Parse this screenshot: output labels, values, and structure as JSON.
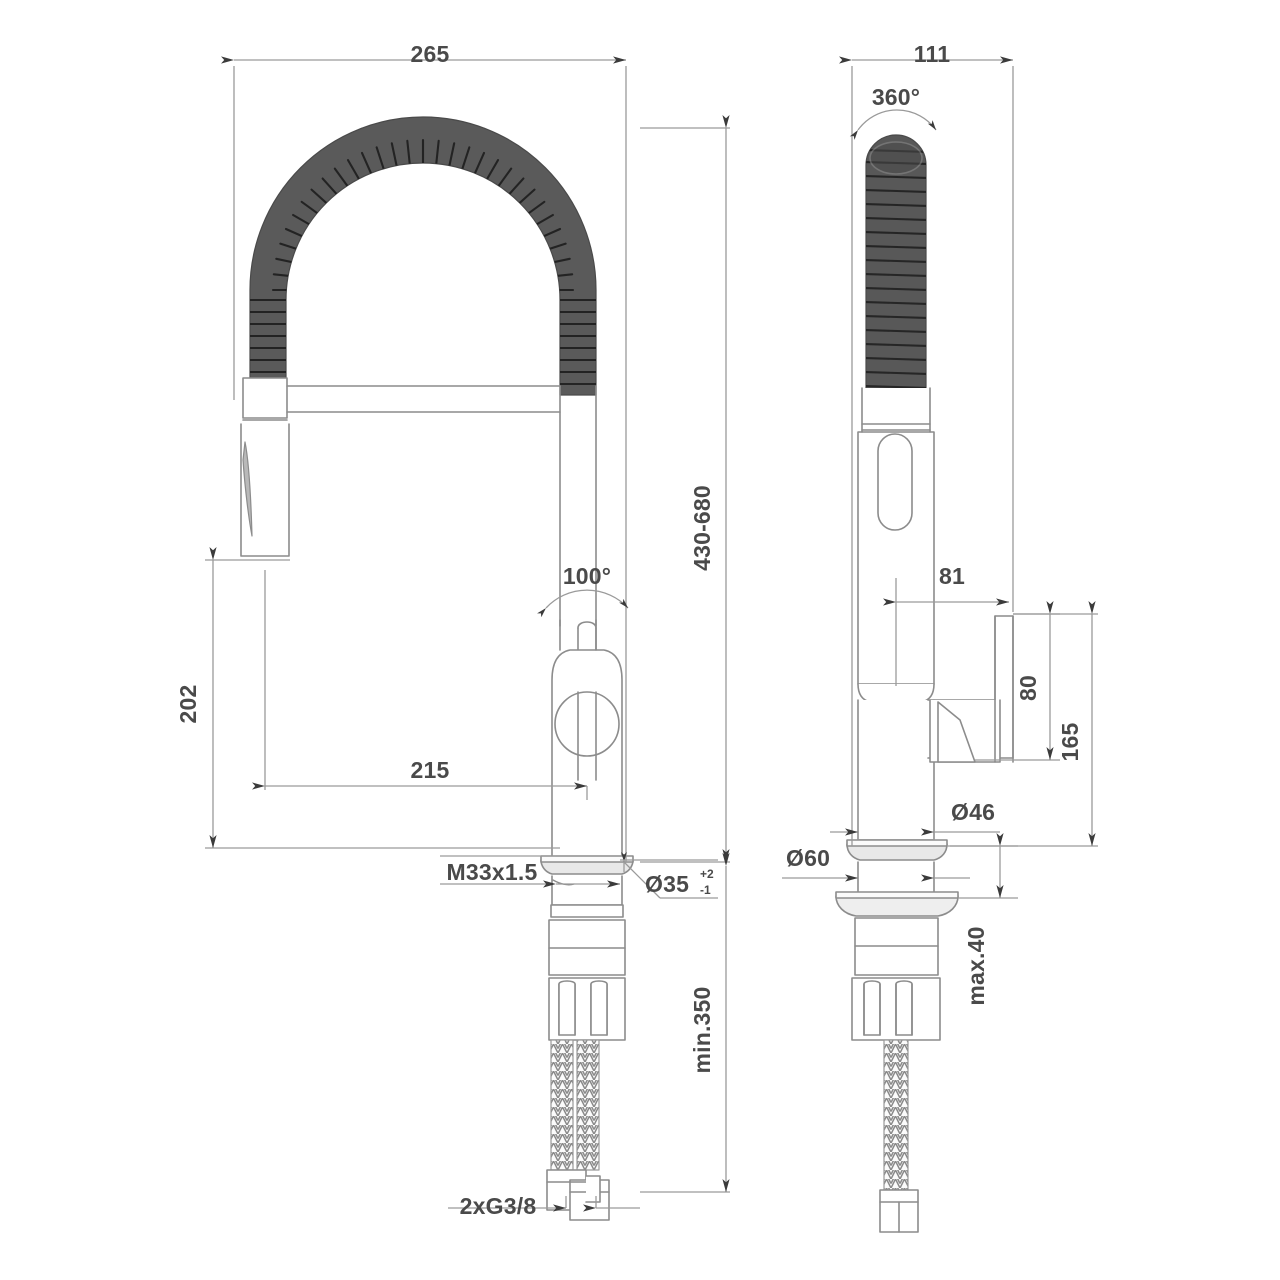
{
  "drawing": {
    "title": "Kitchen mixer tap technical dimension drawing",
    "units": "mm",
    "line_color": "#8c8c8c",
    "text_color": "#4a4a4a",
    "spring_color": "#4f4f4f",
    "background": "#ffffff"
  },
  "views": [
    {
      "name": "side-view",
      "label": ""
    },
    {
      "name": "front-view",
      "label": ""
    }
  ],
  "dimensions": {
    "side": {
      "overall_width": "265",
      "spout_height_range": "430-680",
      "spray_head_height": "202",
      "spout_reach": "215",
      "handle_angle": "100°",
      "thread": "M33x1.5",
      "hole_diameter": "Ø35",
      "hole_tol_upper": "+2",
      "hole_tol_lower": "-1",
      "min_clearance": "min.350",
      "supply_connection": "2xG3/8"
    },
    "front": {
      "overall_width": "111",
      "swivel_angle": "360°",
      "handle_offset": "81",
      "handle_height": "80",
      "body_height": "165",
      "body_diameter": "Ø46",
      "base_diameter": "Ø60",
      "max_thickness": "max.40"
    }
  }
}
